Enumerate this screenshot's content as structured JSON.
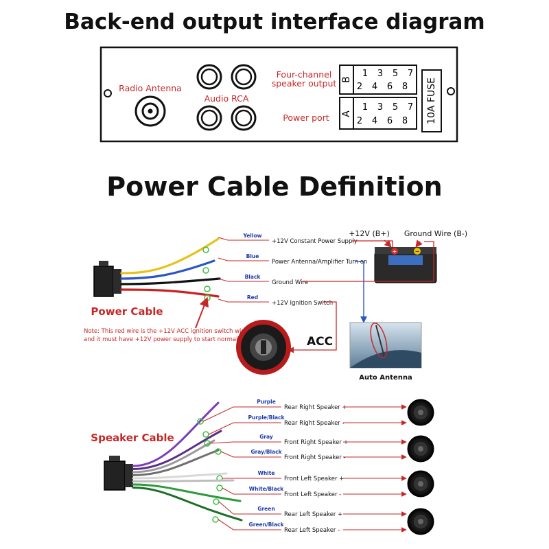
{
  "titles": {
    "backend": "Back-end output interface diagram",
    "power_def": "Power Cable Definition"
  },
  "panel": {
    "radio_antenna": "Radio Antenna",
    "audio_rca": "Audio RCA",
    "four_channel": "Four-channel",
    "speaker_output": "speaker output",
    "power_port": "Power port",
    "connector_b": "B",
    "connector_a": "A",
    "pins_top": [
      "1",
      "3",
      "5",
      "7"
    ],
    "pins_bottom": [
      "2",
      "4",
      "6",
      "8"
    ],
    "fuse_label": "10A FUSE"
  },
  "power": {
    "cable_label": "Power Cable",
    "wires": [
      {
        "color_name": "Yellow",
        "function": "+12V Constant Power Supply",
        "color": "#e8c21a"
      },
      {
        "color_name": "Blue",
        "function": "Power Antenna/Amplifier Turn on",
        "color": "#2b56c6"
      },
      {
        "color_name": "Black",
        "function": "Ground Wire",
        "color": "#111111"
      },
      {
        "color_name": "Red",
        "function": "+12V Ignition Switch",
        "color": "#cc1f1f"
      }
    ],
    "battery_plus": "+12V (B+)",
    "battery_ground": "Ground Wire (B-)",
    "note_line1": "Note: This red wire is the +12V ACC ignition switch wire,",
    "note_line2": "and it must have +12V power supply to start normally.",
    "acc_label": "ACC",
    "auto_antenna": "Auto Antenna"
  },
  "speaker": {
    "cable_label": "Speaker Cable",
    "wires": [
      {
        "color_name": "Purple",
        "function": "Rear Right Speaker +",
        "color": "#7b3fb5"
      },
      {
        "color_name": "Purple/Black",
        "function": "Rear Right Speaker -",
        "color": "#5a2f85"
      },
      {
        "color_name": "Gray",
        "function": "Front Right Speaker +",
        "color": "#9a9a9a"
      },
      {
        "color_name": "Gray/Black",
        "function": "Front Right Speaker -",
        "color": "#6f6f6f"
      },
      {
        "color_name": "White",
        "function": "Front Left Speaker +",
        "color": "#d8d8d8"
      },
      {
        "color_name": "White/Black",
        "function": "Front  Left Speaker -",
        "color": "#bdbdbd"
      },
      {
        "color_name": "Green",
        "function": "Rear Left Speaker +",
        "color": "#2f9a3c"
      },
      {
        "color_name": "Green/Black",
        "function": "Rear Left Speaker -",
        "color": "#1f6e2a"
      }
    ]
  },
  "colors": {
    "accent_red": "#c62828",
    "label_blue": "#1a3aa8",
    "ok_green": "#3fbf3f"
  }
}
